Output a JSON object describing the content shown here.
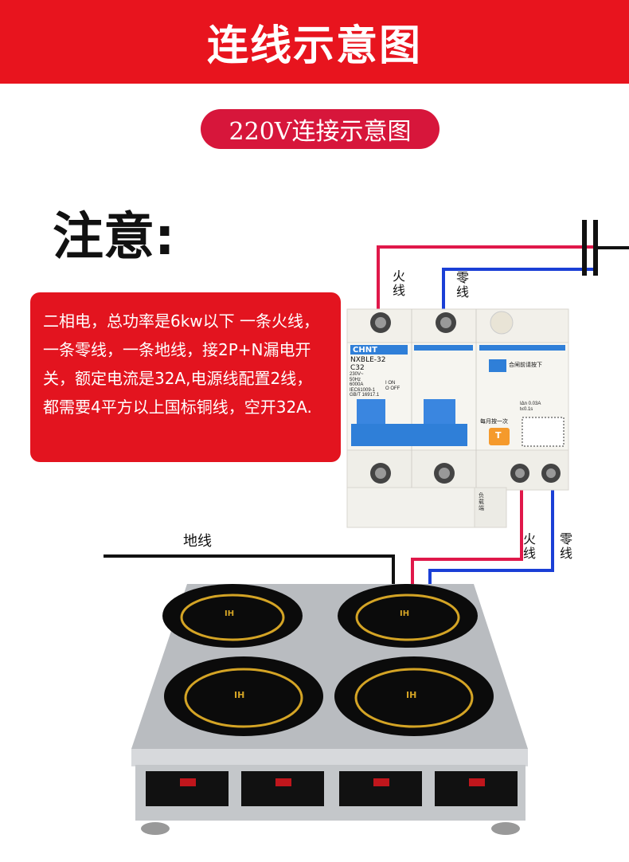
{
  "header": {
    "title": "连线示意图"
  },
  "subtitle": "220V连接示意图",
  "note": {
    "heading": "注意:",
    "text": "二相电，总功率是6kw以下 一条火线，一条零线，一条地线，接2P+N漏电开关，额定电流是32A,电源线配置2线，都需要4平方以上国标铜线，空开32A."
  },
  "wires": {
    "live_top": "火线",
    "neutral_top": "零线",
    "ground": "地线",
    "live_bottom": "火线",
    "neutral_bottom": "零线"
  },
  "breaker": {
    "brand": "CHNT",
    "model": "NXBLE-32",
    "rating": "C32",
    "specs": [
      "230V~",
      "50Hz",
      "6000A",
      "IEC61009-1",
      "GB/T 16917.1"
    ],
    "on_off": [
      "I ON",
      "O OFF"
    ],
    "press_note": "合闸前请按下",
    "monthly": "每月按一次",
    "test": "T",
    "residual": [
      "IΔn 0.03A",
      "t≤0.1s"
    ],
    "load_side": "负载端"
  },
  "cooktop": {
    "burner_label": "IH"
  },
  "colors": {
    "header": "#e8141e",
    "live": "#e0184a",
    "neutral": "#1a3fd6",
    "ground": "#111111",
    "breaker_blue": "#2f7fd8"
  }
}
